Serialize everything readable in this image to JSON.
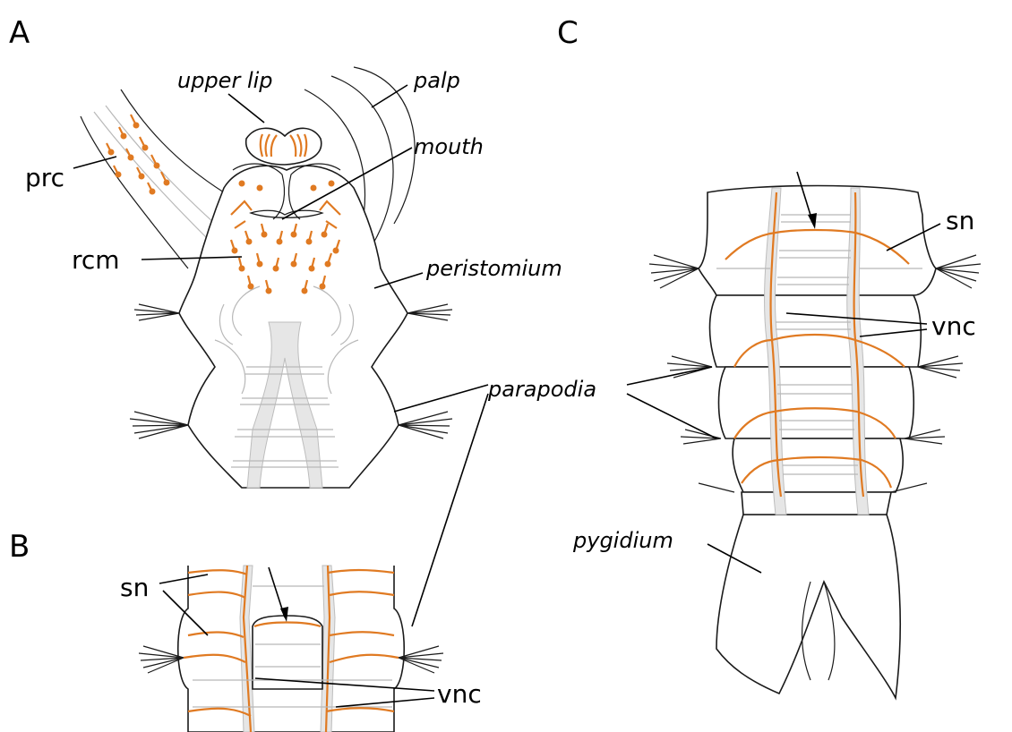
{
  "panels": {
    "a": "A",
    "b": "B",
    "c": "C"
  },
  "labels": {
    "upper_lip": "upper lip",
    "palp": "palp",
    "mouth": "mouth",
    "prc": "prc",
    "rcm": "rcm",
    "peristomium": "peristomium",
    "parapodia": "parapodia",
    "sn_b": "sn",
    "vnc_b": "vnc",
    "sn_c": "sn",
    "vnc_c": "vnc",
    "pygidium": "pygidium"
  },
  "colors": {
    "neuron_orange": "#e07a22",
    "nerve_gray": "#bdbdbd",
    "outline": "#1a1a1a"
  }
}
